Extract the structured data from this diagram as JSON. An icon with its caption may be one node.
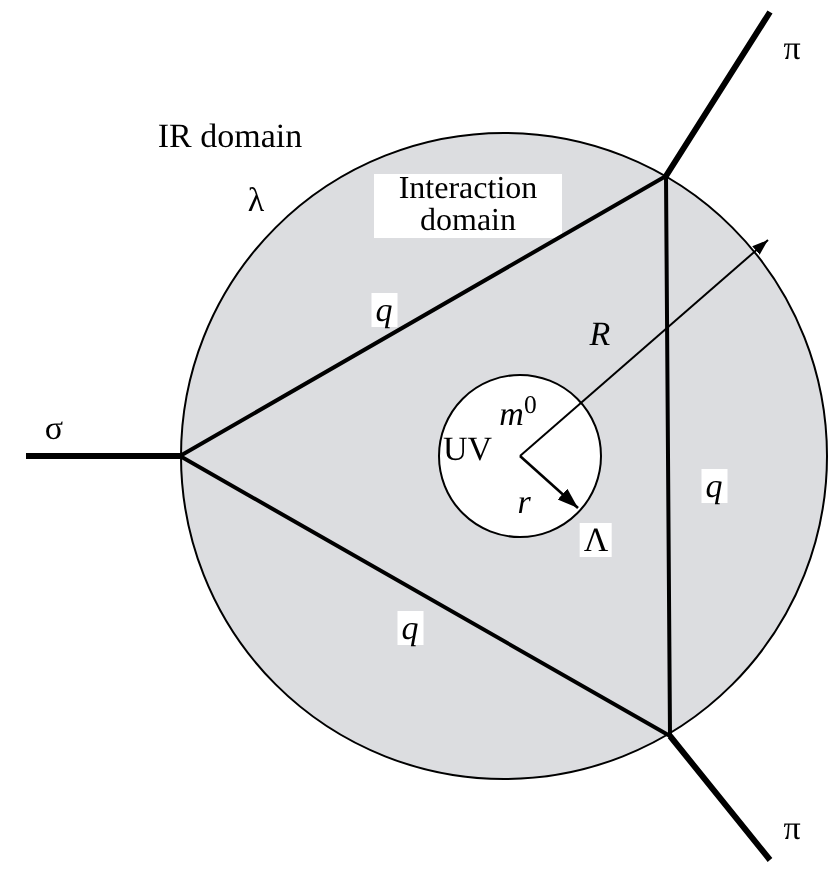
{
  "diagram": {
    "nodes": [
      {
        "text": [
          "Interaction domain"
        ]
      },
      {
        "text": [
          "UV"
        ],
        "in": 0
      }
    ],
    "edges": [],
    "labels": [
      "π",
      "IR domain",
      "λ",
      "q",
      "R",
      "*m*$^{0}$",
      "σ",
      "r",
      "q",
      "Λ",
      "q",
      "π"
    ]
  }
}
